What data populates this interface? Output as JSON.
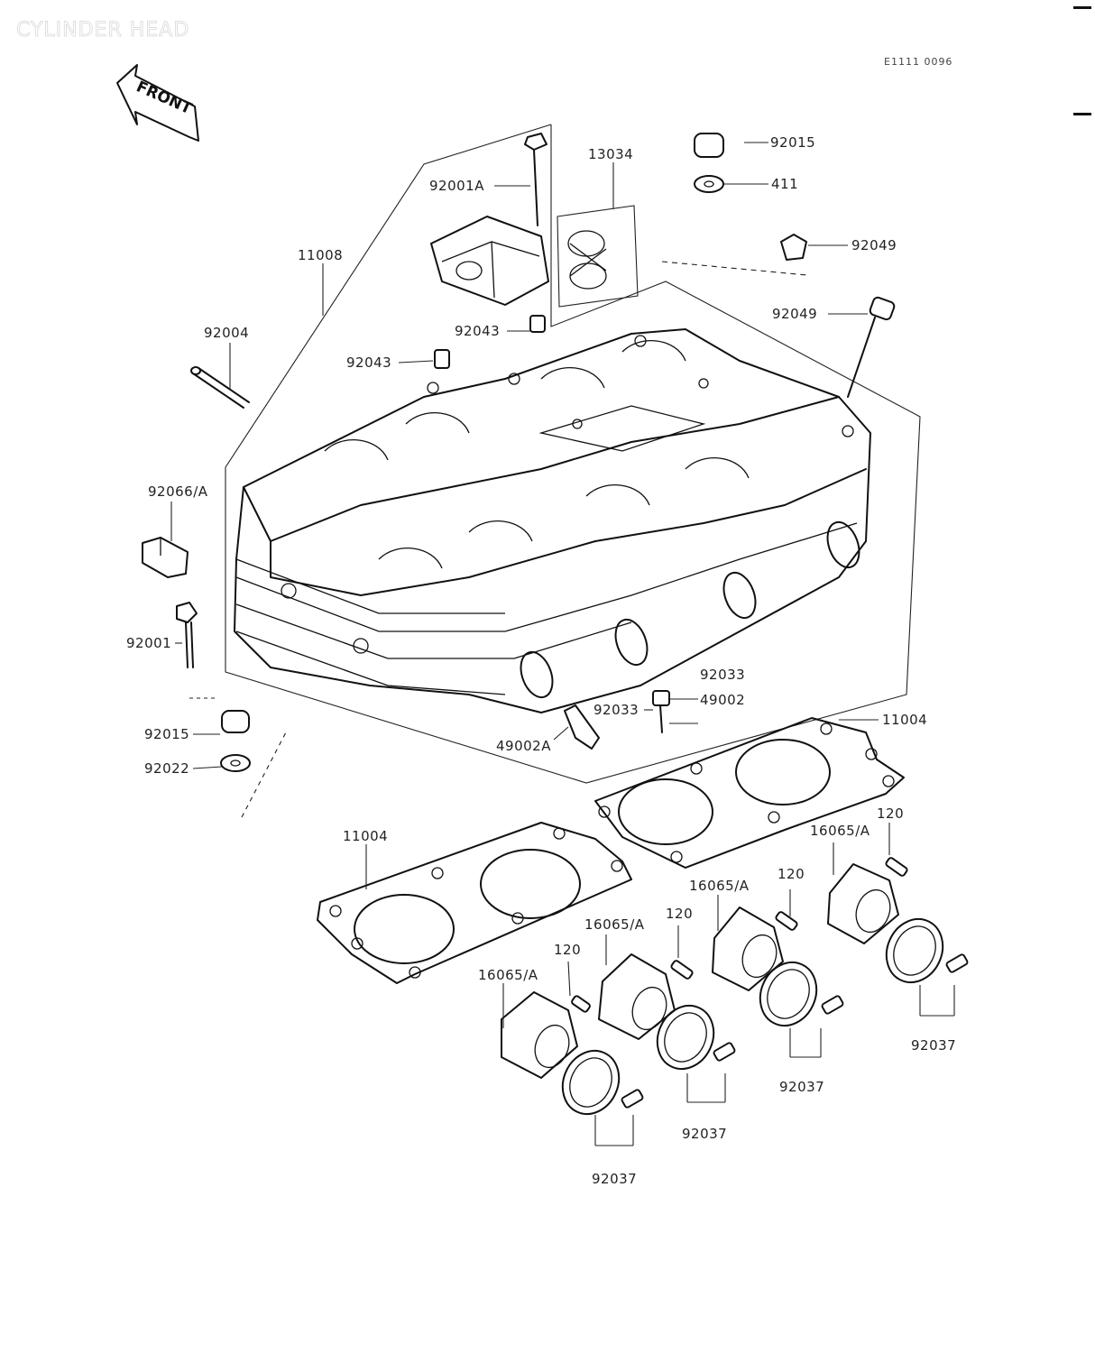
{
  "diagram": {
    "title": "CYLINDER HEAD",
    "ref_code": "E1111 0096",
    "front_arrow_text": "FRONT",
    "labels": {
      "l_13034": "13034",
      "l_92015_top": "92015",
      "l_411": "411",
      "l_92049_a": "92049",
      "l_92049_b": "92049",
      "l_92001A": "92001A",
      "l_11008": "11008",
      "l_92043_a": "92043",
      "l_92043_b": "92043",
      "l_92004": "92004",
      "l_92066A": "92066/A",
      "l_92001": "92001",
      "l_92015_bot": "92015",
      "l_92022": "92022",
      "l_92033_a": "92033",
      "l_92033_b": "92033",
      "l_49002": "49002",
      "l_49002A": "49002A",
      "l_11004_a": "11004",
      "l_11004_b": "11004",
      "l_120_a": "120",
      "l_120_b": "120",
      "l_120_c": "120",
      "l_120_d": "120",
      "l_16065A_a": "16065/A",
      "l_16065A_b": "16065/A",
      "l_16065A_c": "16065/A",
      "l_16065A_d": "16065/A",
      "l_92037_a": "92037",
      "l_92037_b": "92037",
      "l_92037_c": "92037",
      "l_92037_d": "92037"
    }
  }
}
